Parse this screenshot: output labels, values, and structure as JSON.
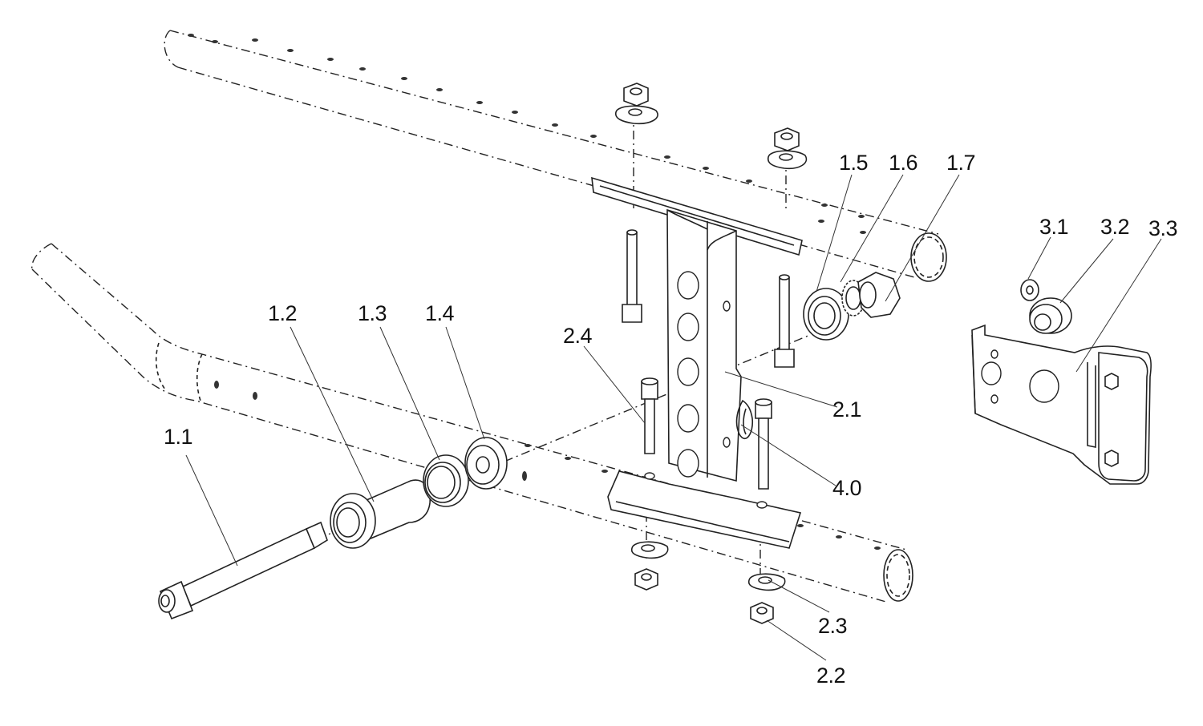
{
  "callouts": {
    "c_1_1": "1.1",
    "c_1_2": "1.2",
    "c_1_3": "1.3",
    "c_1_4": "1.4",
    "c_1_5": "1.5",
    "c_1_6": "1.6",
    "c_1_7": "1.7",
    "c_2_1": "2.1",
    "c_2_2": "2.2",
    "c_2_3": "2.3",
    "c_2_4": "2.4",
    "c_3_1": "3.1",
    "c_3_2": "3.2",
    "c_3_3": "3.3",
    "c_4_0": "4.0"
  }
}
